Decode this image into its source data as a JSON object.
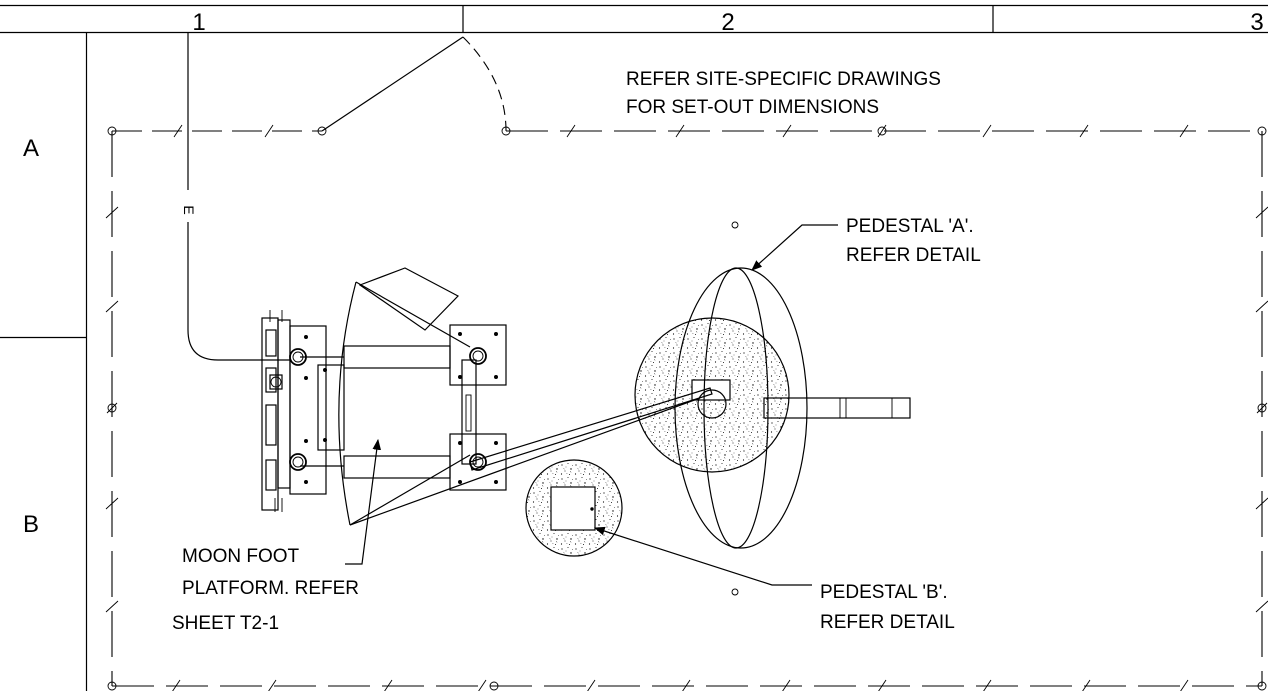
{
  "grid": {
    "columns": [
      "1",
      "2",
      "3"
    ],
    "rows": [
      "A",
      "B"
    ]
  },
  "notes": {
    "setout_line1": "REFER SITE-SPECIFIC DRAWINGS",
    "setout_line2": "FOR SET-OUT DIMENSIONS",
    "pedestal_a_line1": "PEDESTAL 'A'.",
    "pedestal_a_line2": "REFER DETAIL",
    "pedestal_b_line1": "PEDESTAL 'B'.",
    "pedestal_b_line2": "REFER DETAIL",
    "platform_line1": "MOON FOOT",
    "platform_line2": "PLATFORM. REFER",
    "platform_line3": "SHEET T2-1"
  },
  "symbols": {
    "conduit_tag": "E"
  }
}
